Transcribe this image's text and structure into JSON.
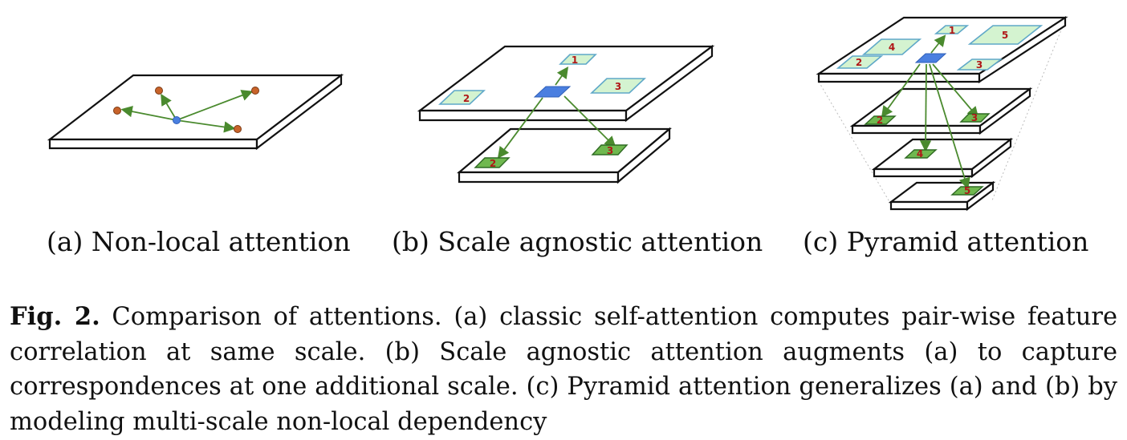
{
  "subfigures": {
    "a": {
      "label": "(a) Non-local attention"
    },
    "b": {
      "label": "(b) Scale agnostic attention"
    },
    "c": {
      "label": "(c) Pyramid attention"
    }
  },
  "patch_numbers": {
    "b_top": [
      "1",
      "2",
      "3"
    ],
    "b_bottom": [
      "2",
      "3"
    ],
    "c_top": [
      "1",
      "2",
      "3",
      "4",
      "5"
    ],
    "c_level2": [
      "2",
      "3"
    ],
    "c_level3": [
      "4"
    ],
    "c_level4": [
      "5"
    ]
  },
  "caption": {
    "label": "Fig. 2.",
    "text": " Comparison of attentions. (a) classic self-attention computes pair-wise feature correlation at same scale. (b) Scale agnostic attention augments (a) to capture correspondences at one additional scale. (c) Pyramid attention generalizes (a) and (b) by modeling multi-scale non-local dependency"
  },
  "colors": {
    "query_blue": "#4a7fe0",
    "point_orange": "#c8632a",
    "arrow_green": "#4a8a2e",
    "patch_light": "#d4f3d0",
    "patch_dark": "#6fb84f",
    "number_red": "#b01818"
  }
}
